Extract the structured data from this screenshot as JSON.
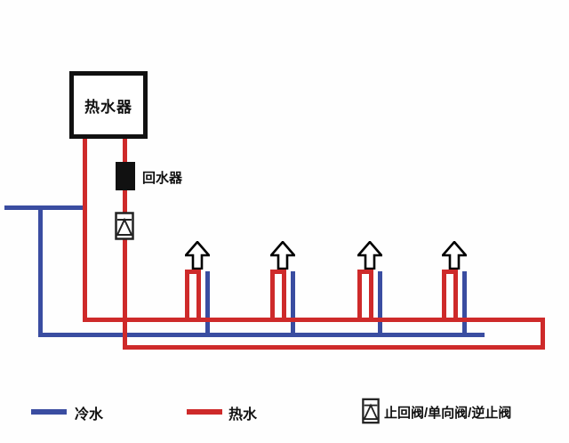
{
  "diagram": {
    "title": "hot-water-recirculation-plumbing-diagram",
    "heater_label": "热水器",
    "return_device_label": "回水器",
    "outlet_count": 4
  },
  "legend": {
    "cold_label": "冷水",
    "hot_label": "热水",
    "valve_label": "止回阀/单向阀/逆止阀"
  },
  "colors": {
    "hot": "#ce2a2a",
    "cold": "#3a4da1",
    "line": "#111111"
  },
  "icons": {
    "outlet": "up-arrow-icon",
    "valve": "check-valve-icon"
  }
}
